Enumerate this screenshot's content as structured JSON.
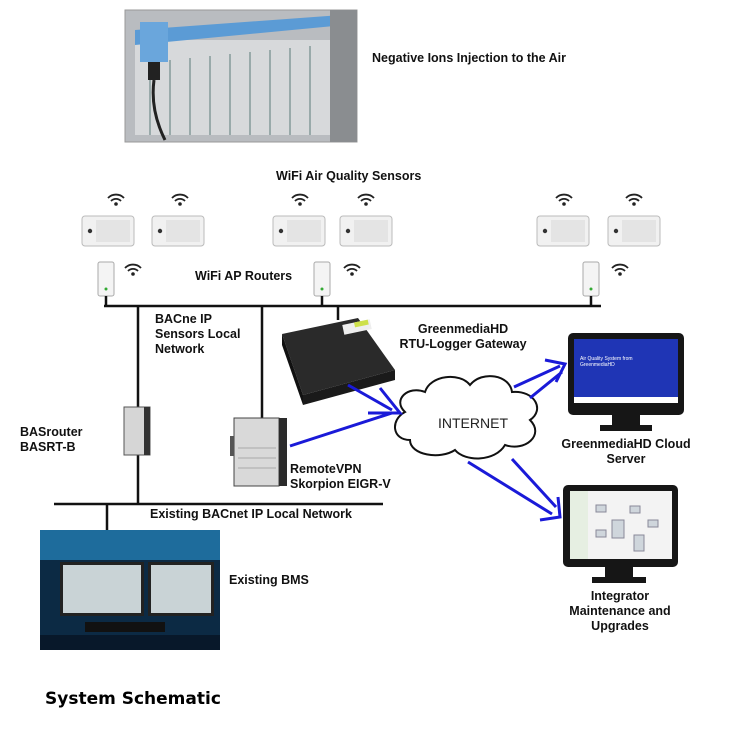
{
  "labels": {
    "ions": "Negative Ions Injection to the Air",
    "sensors": "WiFi Air Quality Sensors",
    "ap_routers": "WiFi AP Routers",
    "sensor_net_1": "BACne IP",
    "sensor_net_2": "Sensors Local",
    "sensor_net_3": "Network",
    "gateway_1": "GreenmediaHD",
    "gateway_2": "RTU-Logger Gateway",
    "basrouter_1": "BASrouter",
    "basrouter_2": "BASRT-B",
    "vpn_1": "RemoteVPN",
    "vpn_2": "Skorpion EIGR-V",
    "internet": "INTERNET",
    "cloud_1": "GreenmediaHD Cloud",
    "cloud_2": "Server",
    "bacnet_net": "Existing BACnet IP Local Network",
    "bms": "Existing BMS",
    "integrator_1": "Integrator",
    "integrator_2": "Maintenance and",
    "integrator_3": "Upgrades",
    "caption": "System Schematic"
  },
  "colors": {
    "arrow": "#1a1ad8",
    "line": "#111111"
  }
}
